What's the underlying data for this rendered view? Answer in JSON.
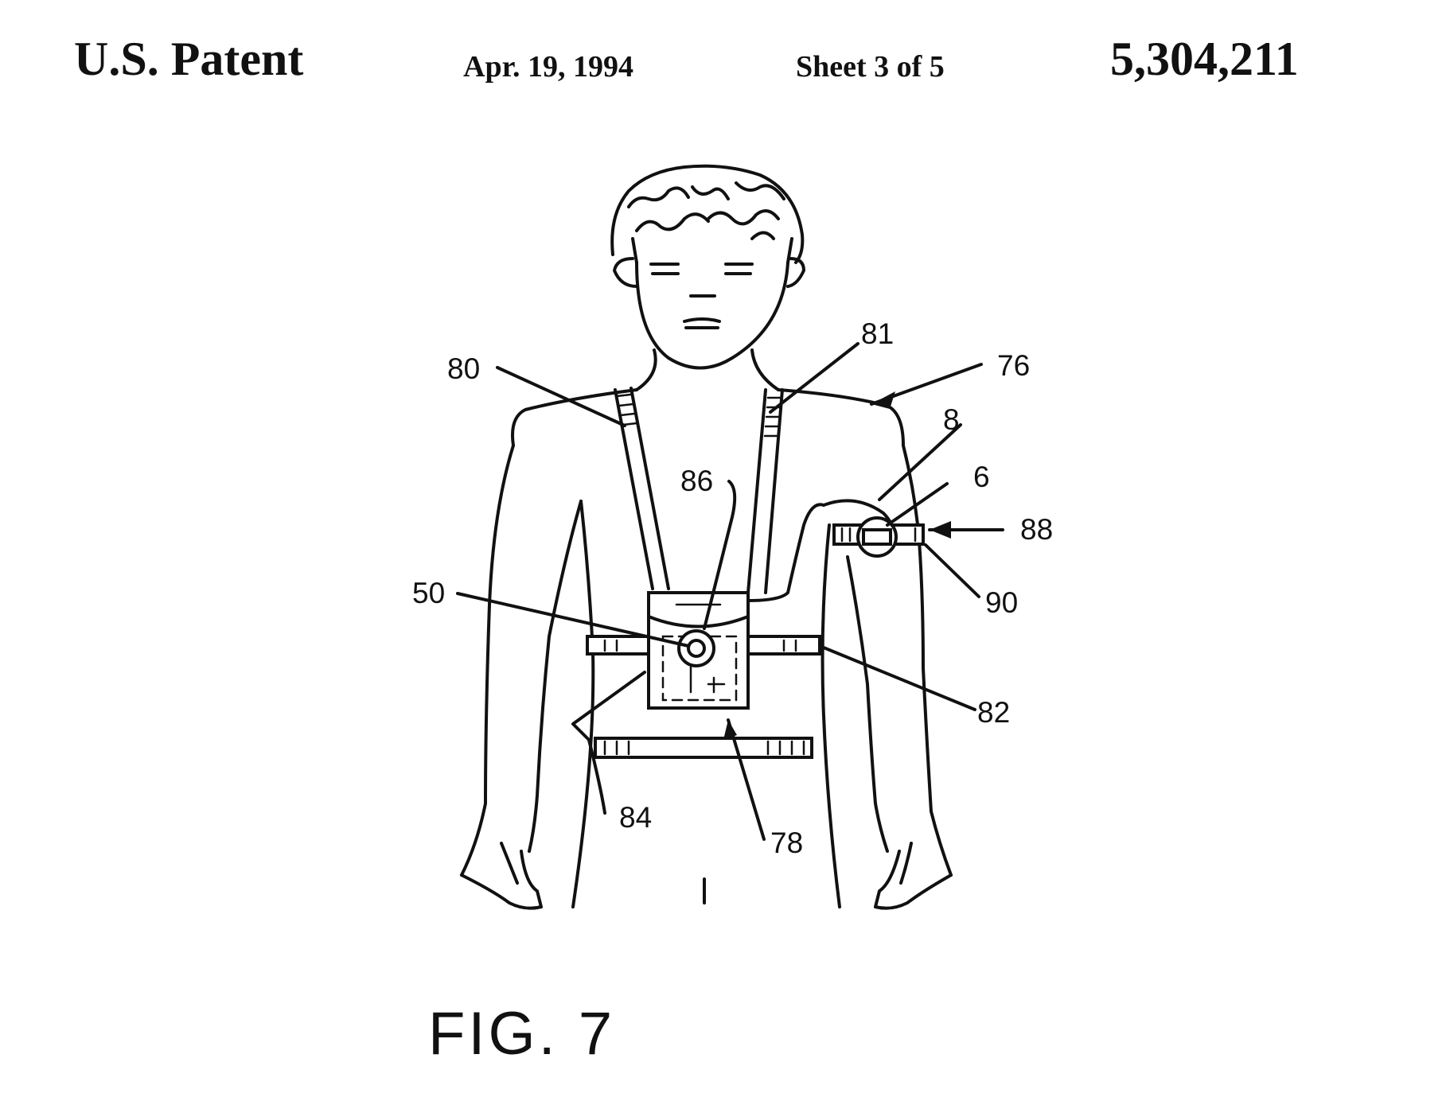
{
  "header": {
    "patent_label": "U.S. Patent",
    "date": "Apr. 19, 1994",
    "sheet": "Sheet 3 of 5",
    "patent_number": "5,304,211"
  },
  "figure": {
    "caption": "FIG. 7",
    "reference_numerals": {
      "r80": "80",
      "r81": "81",
      "r76": "76",
      "r8": "8",
      "r6": "6",
      "r88": "88",
      "r86": "86",
      "r50": "50",
      "r90": "90",
      "r82": "82",
      "r84": "84",
      "r78": "78"
    }
  }
}
